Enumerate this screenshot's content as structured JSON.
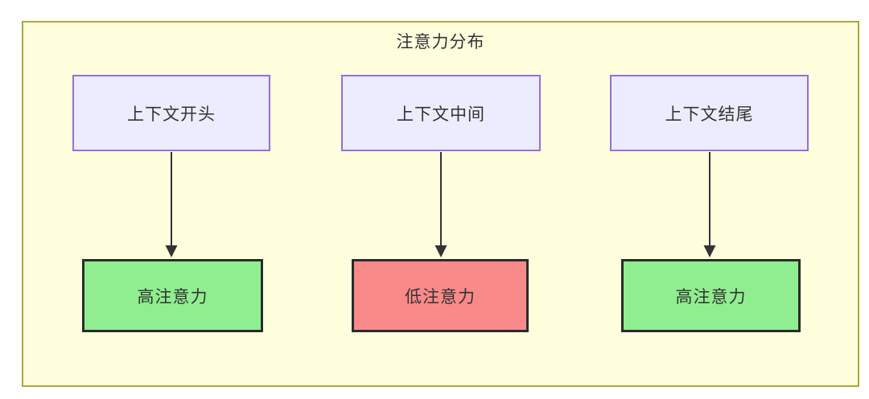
{
  "diagram": {
    "title": "注意力分布",
    "top_nodes": [
      {
        "label": "上下文开头"
      },
      {
        "label": "上下文中间"
      },
      {
        "label": "上下文结尾"
      }
    ],
    "bottom_nodes": [
      {
        "label": "高注意力",
        "level": "high"
      },
      {
        "label": "低注意力",
        "level": "low"
      },
      {
        "label": "高注意力",
        "level": "high"
      }
    ],
    "edges": [
      {
        "from": "上下文开头",
        "to": "高注意力"
      },
      {
        "from": "上下文中间",
        "to": "低注意力"
      },
      {
        "from": "上下文结尾",
        "to": "高注意力"
      }
    ],
    "colors": {
      "frame_background": "#ffffde",
      "frame_border": "#aaaa33",
      "context_node_fill": "#ececff",
      "context_node_border": "#9370db",
      "high_attention_fill": "#90ee90",
      "low_attention_fill": "#f88a8a",
      "result_node_border": "#2b2b2b",
      "arrow": "#333333",
      "text": "#333333"
    }
  }
}
